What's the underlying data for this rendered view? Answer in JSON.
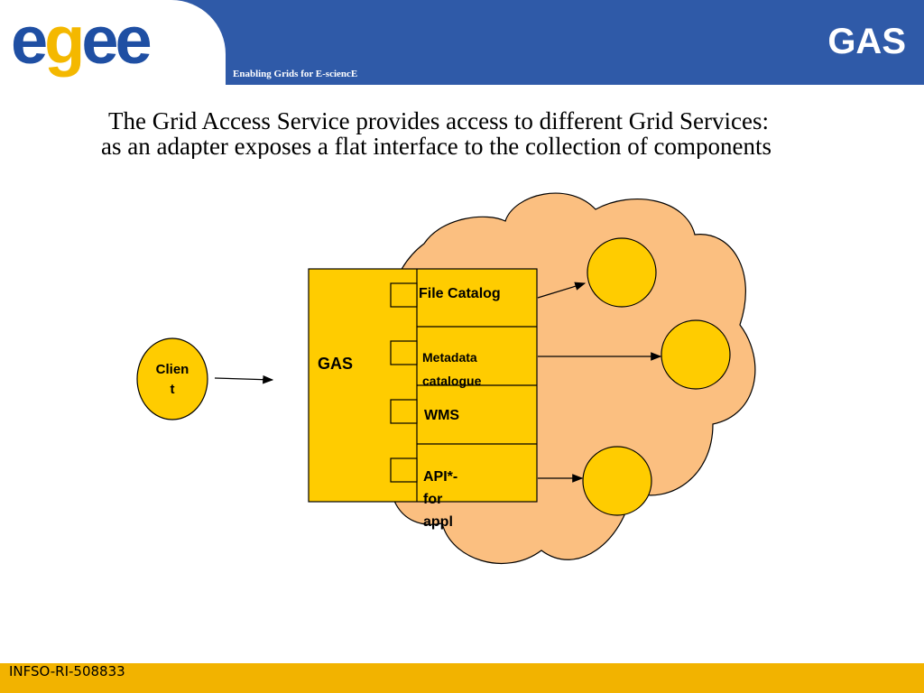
{
  "header": {
    "logo_text_1": "e",
    "logo_text_2": "g",
    "logo_text_3": "ee",
    "tagline": "Enabling Grids for E-sciencE",
    "title": "GAS"
  },
  "intro": {
    "line1": "The Grid Access Service provides access to different Grid Services:",
    "line2": "as an adapter exposes a flat interface to the collection of components"
  },
  "diagram": {
    "client_label_line1": "Clien",
    "client_label_line2": "t",
    "gas_label": "GAS",
    "components": [
      "File Catalog",
      "Metadata",
      "catalogue",
      "WMS",
      "API*-",
      "for",
      "appl"
    ]
  },
  "colors": {
    "header_blue": "#2f5aa8",
    "logo_blue": "#1f4fa3",
    "logo_yellow": "#f4b800",
    "cloud_fill": "#fbbf80",
    "box_fill": "#ffcc00",
    "node_fill": "#ffcc00",
    "footer": "#f2b300"
  },
  "footer": {
    "text": "INFSO-RI-508833"
  }
}
